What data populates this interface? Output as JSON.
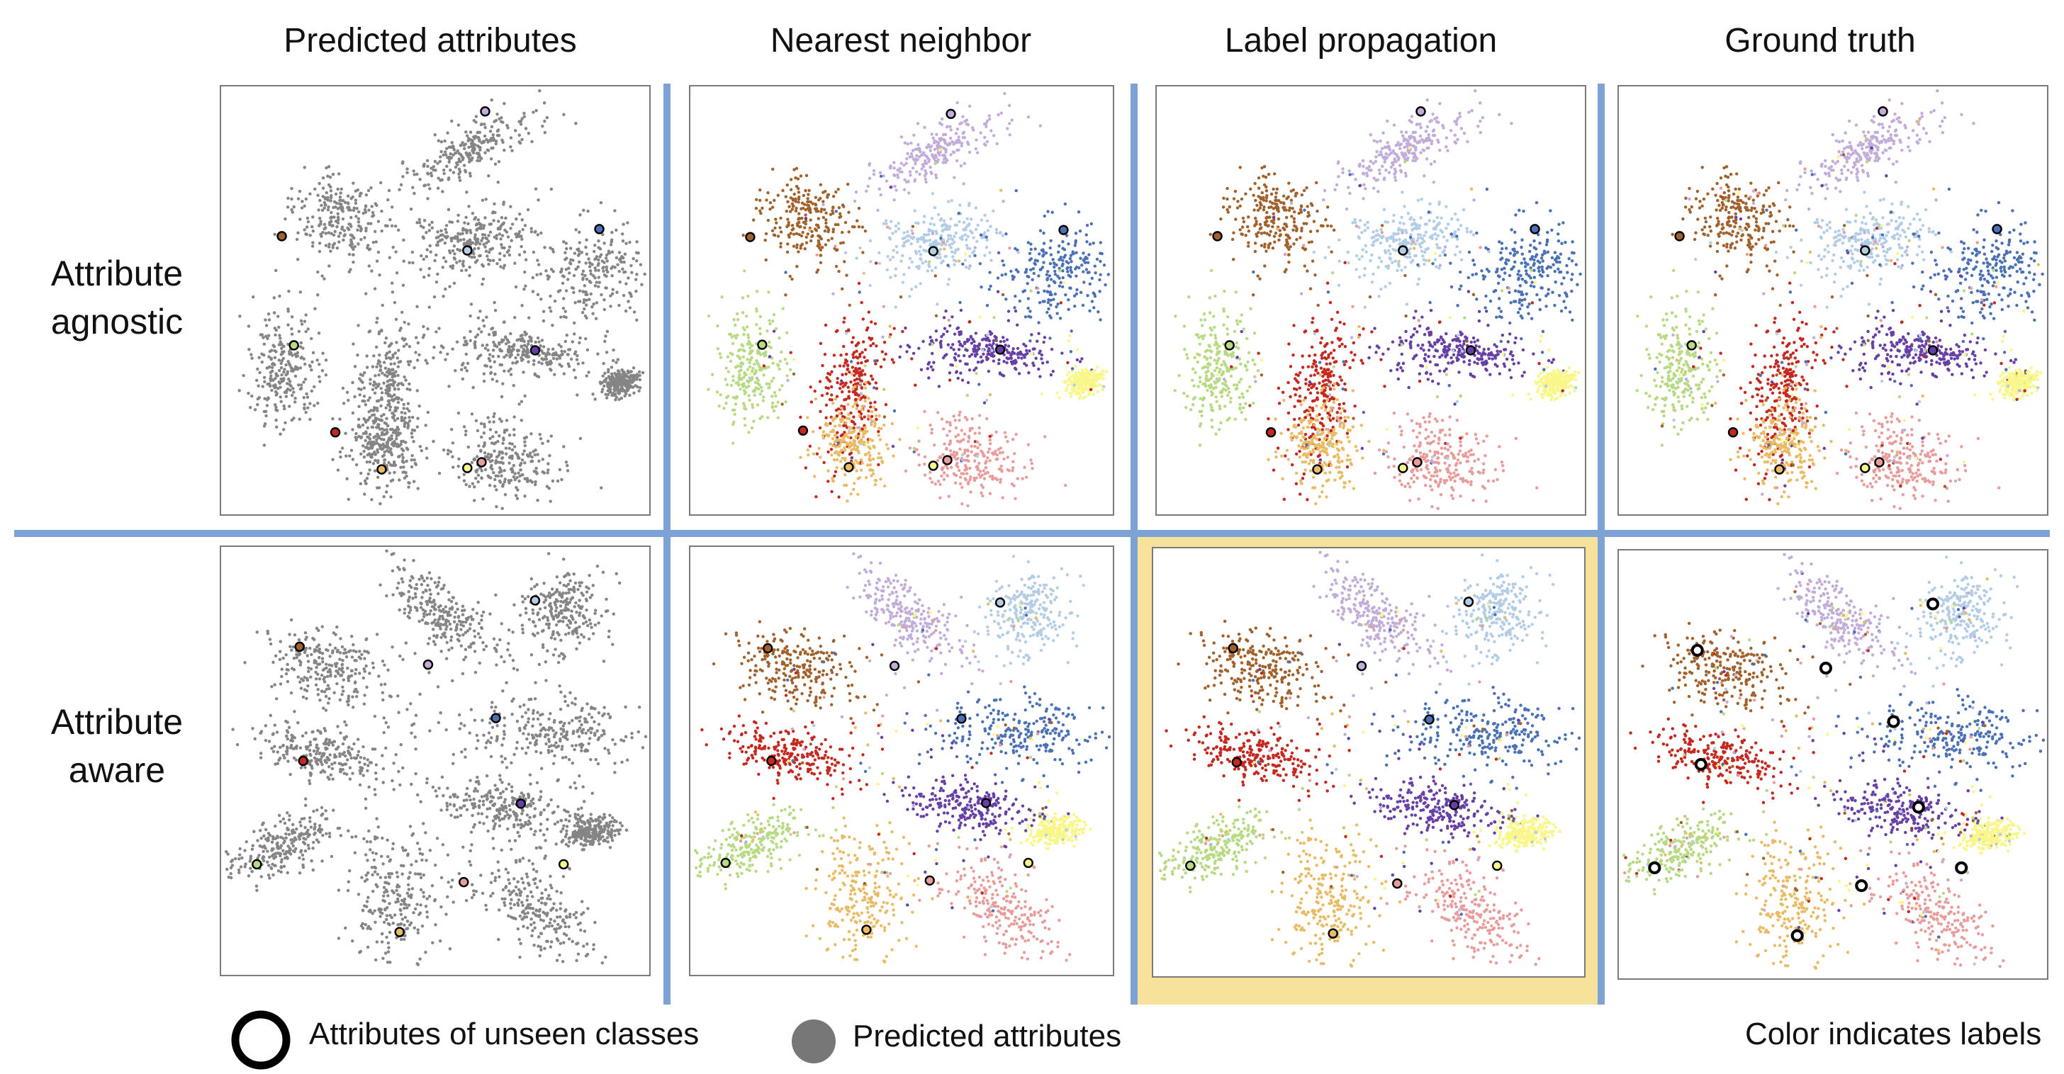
{
  "columns": [
    {
      "title": "Predicted attributes",
      "mode": "gray"
    },
    {
      "title": "Nearest neighbor",
      "mode": "nn"
    },
    {
      "title": "Label propagation",
      "mode": "lp"
    },
    {
      "title": "Ground truth",
      "mode": "gt"
    }
  ],
  "rows": [
    {
      "line1": "Attribute",
      "line2": "agnostic"
    },
    {
      "line1": "Attribute",
      "line2": "aware"
    }
  ],
  "highlighted_panel": {
    "row": 2,
    "column": 3
  },
  "legend": {
    "unseen": "Attributes of unseen classes",
    "predicted": "Predicted attributes",
    "color_note": "Color indicates labels"
  },
  "colors": {
    "gray": "#858585",
    "lavender": "#c2acd9",
    "brown": "#a2612a",
    "light_blue": "#b3cde6",
    "blue": "#4a71b6",
    "purple": "#6740a6",
    "light_green": "#b7da82",
    "red": "#c5281f",
    "orange": "#e9bb64",
    "pink": "#e89c9b",
    "yellow": "#f9f68a",
    "divider": "#7da2d6",
    "highlight": "#f7e29b"
  }
}
